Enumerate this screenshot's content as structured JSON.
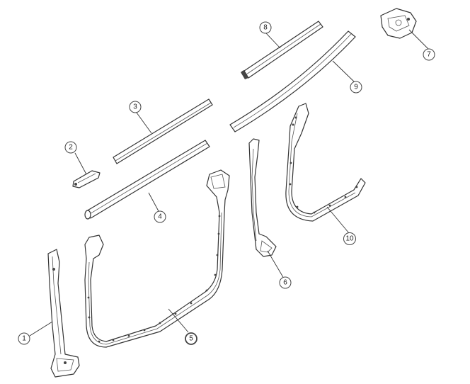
{
  "callouts": [
    {
      "label": "1"
    },
    {
      "label": "2"
    },
    {
      "label": "3"
    },
    {
      "label": "4"
    },
    {
      "label": "5",
      "highlighted": true
    },
    {
      "label": "6"
    },
    {
      "label": "7"
    },
    {
      "label": "8"
    },
    {
      "label": "9"
    },
    {
      "label": "10"
    }
  ],
  "colors": {
    "line": "#333333",
    "highlight": "#cc2a2a"
  }
}
